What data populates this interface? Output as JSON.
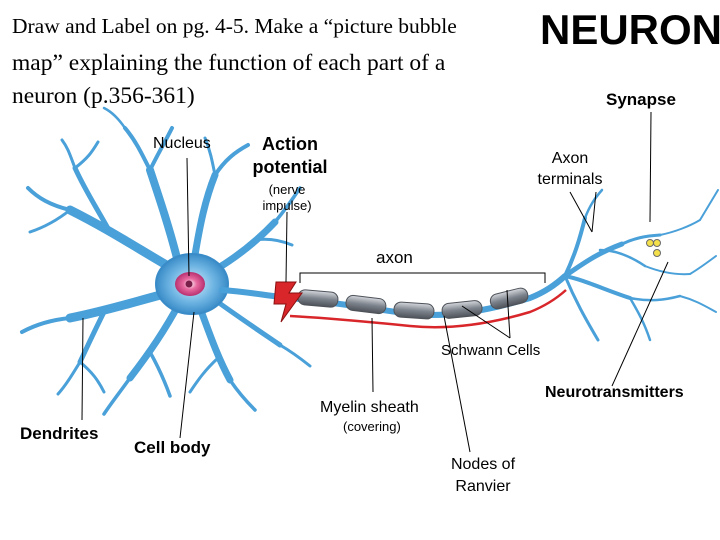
{
  "header": {
    "instruction_line1": "Draw and Label on pg. 4-5. Make a “picture bubble",
    "instruction_line2": "map” explaining the function of each part of a",
    "instruction_line3": "neuron (p.356-361)",
    "title": "NEURON"
  },
  "labels": {
    "synapse": "Synapse",
    "nucleus": "Nucleus",
    "action_potential_1": "Action",
    "action_potential_2": "potential",
    "nerve_impulse_1": "(nerve",
    "nerve_impulse_2": "impulse)",
    "axon_terminals_1": "Axon",
    "axon_terminals_2": "terminals",
    "axon": "axon",
    "schwann_cells": "Schwann Cells",
    "neurotransmitters": "Neurotransmitters",
    "myelin_sheath": "Myelin sheath",
    "covering": "(covering)",
    "dendrites": "Dendrites",
    "cell_body": "Cell body",
    "nodes_of_ranvier_1": "Nodes of",
    "nodes_of_ranvier_2": "Ranvier"
  },
  "colors": {
    "neuron_blue": "#4aa0d8",
    "neuron_light": "#a9d6f2",
    "impulse_red": "#d8262a",
    "myelin_gray": "#8c9199",
    "nucleus_pink": "#e0508a",
    "vesicle_yellow": "#f4e04a"
  }
}
